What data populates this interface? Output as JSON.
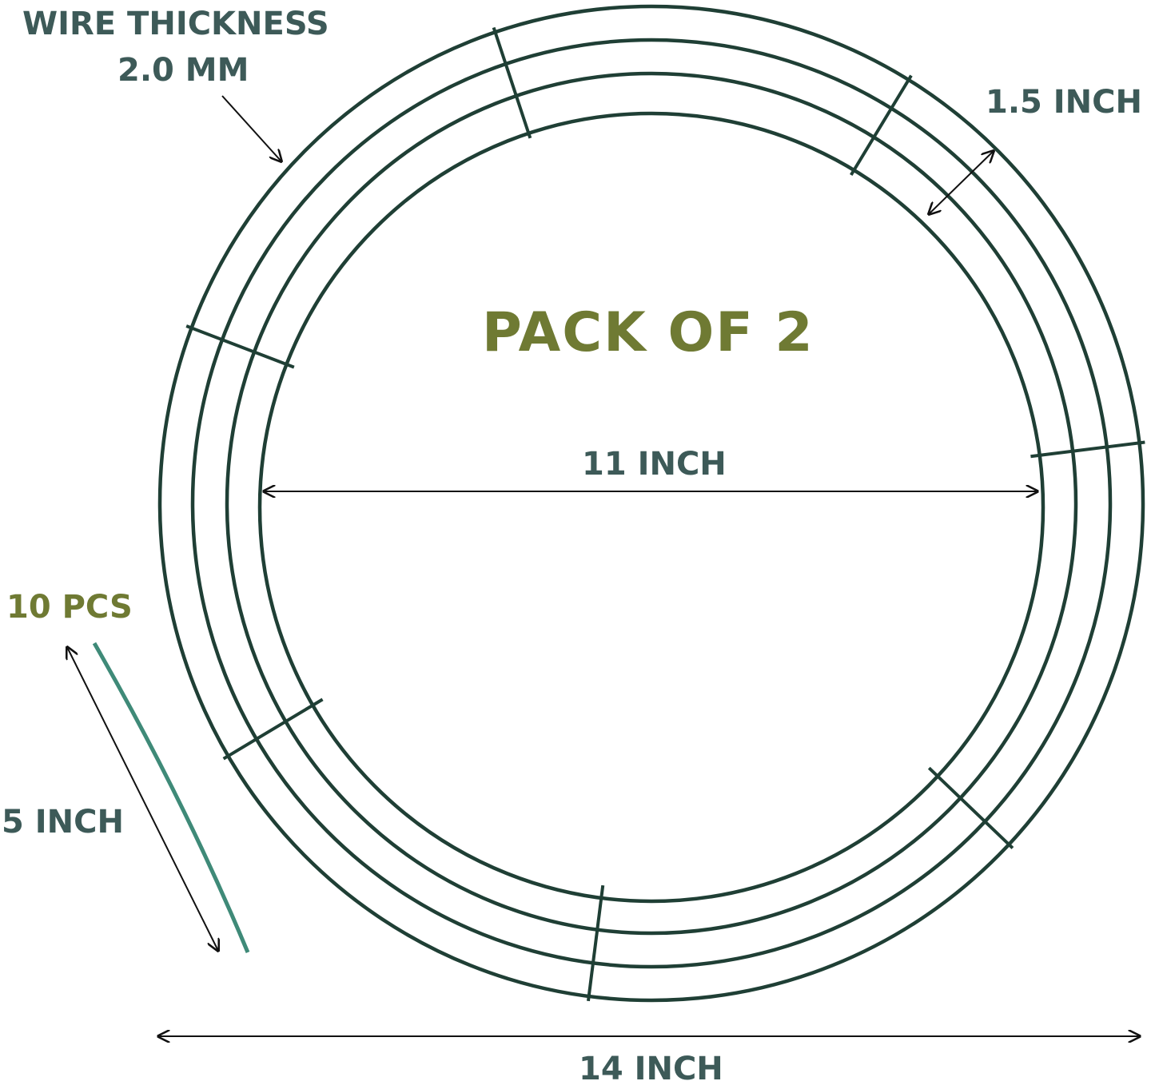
{
  "labels": {
    "wire_thickness_line1": "WIRE THICKNESS",
    "wire_thickness_line2": "2.0 MM",
    "ring_gap": "1.5 INCH",
    "pack": "PACK OF 2",
    "inner_diameter": "11 INCH",
    "outer_diameter": "14 INCH",
    "ties_count": "10 PCS",
    "tie_length": "5 INCH"
  },
  "colors": {
    "wire": "#1f3f35",
    "text": "#3d5a58",
    "accent": "#6f7a33",
    "tie": "#3f8a78"
  }
}
